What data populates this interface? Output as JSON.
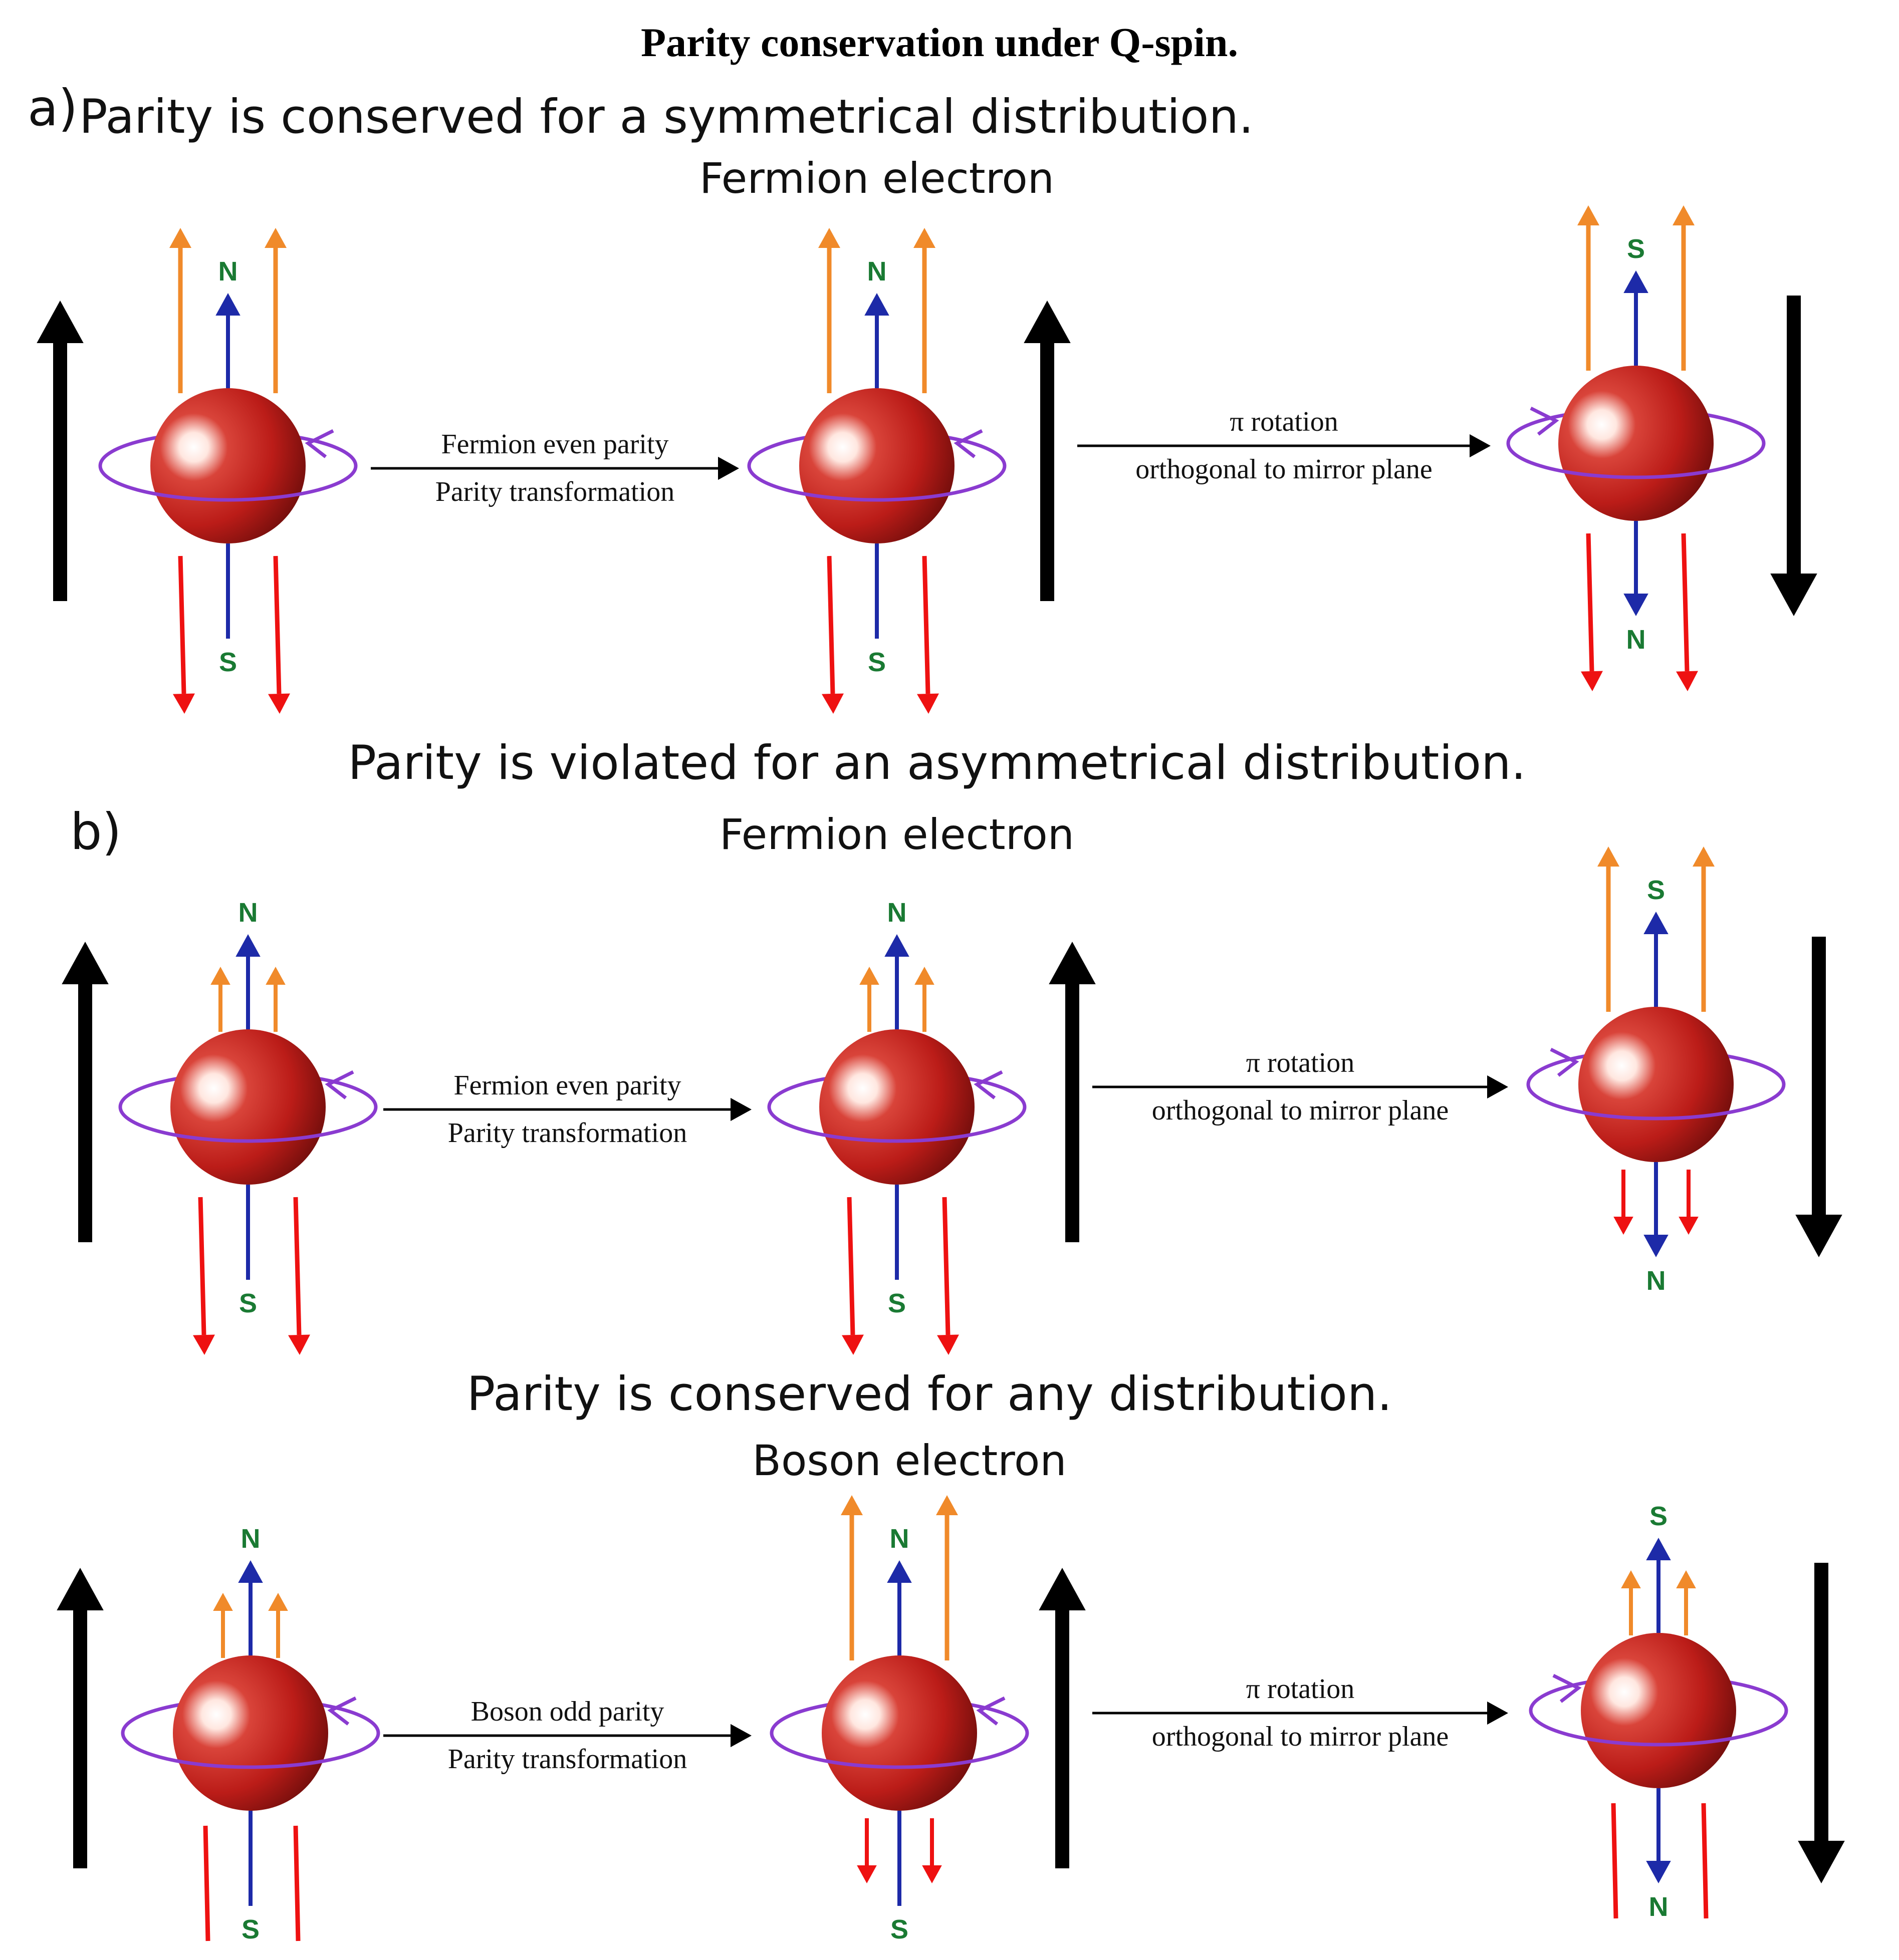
{
  "figure_title": "Parity conservation under Q-spin.",
  "colors": {
    "sphere": "#c0201c",
    "sphere_dark": "#6e0d0b",
    "orbit": "#8a3bd0",
    "field_up": "#f08a2a",
    "field_down": "#ee1111",
    "axis": "#1d2aa8",
    "pole_label": "#1a7a33",
    "spin_arrow": "#000000"
  },
  "icons": {
    "sphere": "electron-sphere-icon",
    "orbit": "spin-orbit-icon",
    "arrow": "arrow-icon"
  },
  "rows": [
    {
      "panel_label": "a)",
      "heading": "Parity is conserved for a symmetrical distribution.",
      "subheading": "Fermion electron",
      "step1_line1": "Fermion even  parity",
      "step1_line2": "Parity transformation",
      "step2_line1": "π rotation",
      "step2_line2": "orthogonal to mirror plane",
      "particles": [
        {
          "top_pole": "N",
          "bottom_pole": "S",
          "up_arrows": "long",
          "down_arrows": "long"
        },
        {
          "top_pole": "N",
          "bottom_pole": "S",
          "up_arrows": "long",
          "down_arrows": "long"
        },
        {
          "top_pole": "S",
          "bottom_pole": "N",
          "up_arrows": "long",
          "down_arrows": "long"
        }
      ],
      "spin": [
        "up",
        "up",
        "down"
      ]
    },
    {
      "panel_label": "b)",
      "heading": "Parity is violated for an asymmetrical distribution.",
      "subheading": "Fermion electron",
      "step1_line1": "Fermion even  parity",
      "step1_line2": "Parity transformation",
      "step2_line1": "π rotation",
      "step2_line2": "orthogonal to mirror plane",
      "particles": [
        {
          "top_pole": "N",
          "bottom_pole": "S",
          "up_arrows": "short",
          "down_arrows": "long"
        },
        {
          "top_pole": "N",
          "bottom_pole": "S",
          "up_arrows": "short",
          "down_arrows": "long"
        },
        {
          "top_pole": "S",
          "bottom_pole": "N",
          "up_arrows": "long",
          "down_arrows": "short"
        }
      ],
      "spin": [
        "up",
        "up",
        "down"
      ]
    },
    {
      "panel_label": "",
      "heading": "Parity is conserved for any distribution.",
      "subheading": "Boson electron",
      "step1_line1": "Boson odd parity",
      "step1_line2": "Parity transformation",
      "step2_line1": "π rotation",
      "step2_line2": "orthogonal to mirror plane",
      "particles": [
        {
          "top_pole": "N",
          "bottom_pole": "S",
          "up_arrows": "short",
          "down_arrows": "lines"
        },
        {
          "top_pole": "N",
          "bottom_pole": "S",
          "up_arrows": "long",
          "down_arrows": "short"
        },
        {
          "top_pole": "S",
          "bottom_pole": "N",
          "up_arrows": "short",
          "down_arrows": "lines"
        }
      ],
      "spin": [
        "up",
        "up",
        "down"
      ]
    }
  ]
}
